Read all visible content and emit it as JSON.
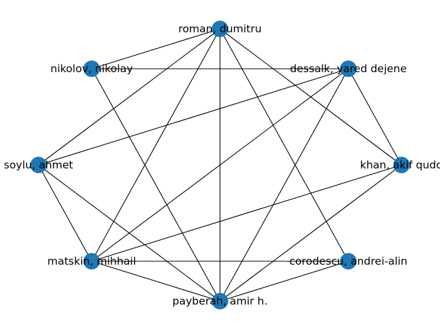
{
  "graph": {
    "node_color": "#1f77b4",
    "edge_color": "#000000",
    "nodes": [
      {
        "id": "roman",
        "label": "roman, dumitru"
      },
      {
        "id": "dessalk",
        "label": "dessalk, yared dejene"
      },
      {
        "id": "khan",
        "label": "khan, akif qudd"
      },
      {
        "id": "corodescu",
        "label": "corodescu, andrei-alin"
      },
      {
        "id": "payberah",
        "label": "payberah, amir h."
      },
      {
        "id": "matskin",
        "label": "matskin, mihhail"
      },
      {
        "id": "soylu",
        "label": "soylu, ahmet"
      },
      {
        "id": "nikolov",
        "label": "nikolov, nikolay"
      }
    ],
    "edges": [
      [
        "roman",
        "nikolov"
      ],
      [
        "roman",
        "soylu"
      ],
      [
        "roman",
        "matskin"
      ],
      [
        "roman",
        "payberah"
      ],
      [
        "roman",
        "corodescu"
      ],
      [
        "roman",
        "khan"
      ],
      [
        "nikolov",
        "dessalk"
      ],
      [
        "nikolov",
        "payberah"
      ],
      [
        "dessalk",
        "soylu"
      ],
      [
        "dessalk",
        "matskin"
      ],
      [
        "dessalk",
        "payberah"
      ],
      [
        "dessalk",
        "khan"
      ],
      [
        "soylu",
        "matskin"
      ],
      [
        "soylu",
        "payberah"
      ],
      [
        "khan",
        "matskin"
      ],
      [
        "khan",
        "payberah"
      ],
      [
        "matskin",
        "corodescu"
      ],
      [
        "matskin",
        "payberah"
      ],
      [
        "corodescu",
        "payberah"
      ]
    ]
  }
}
